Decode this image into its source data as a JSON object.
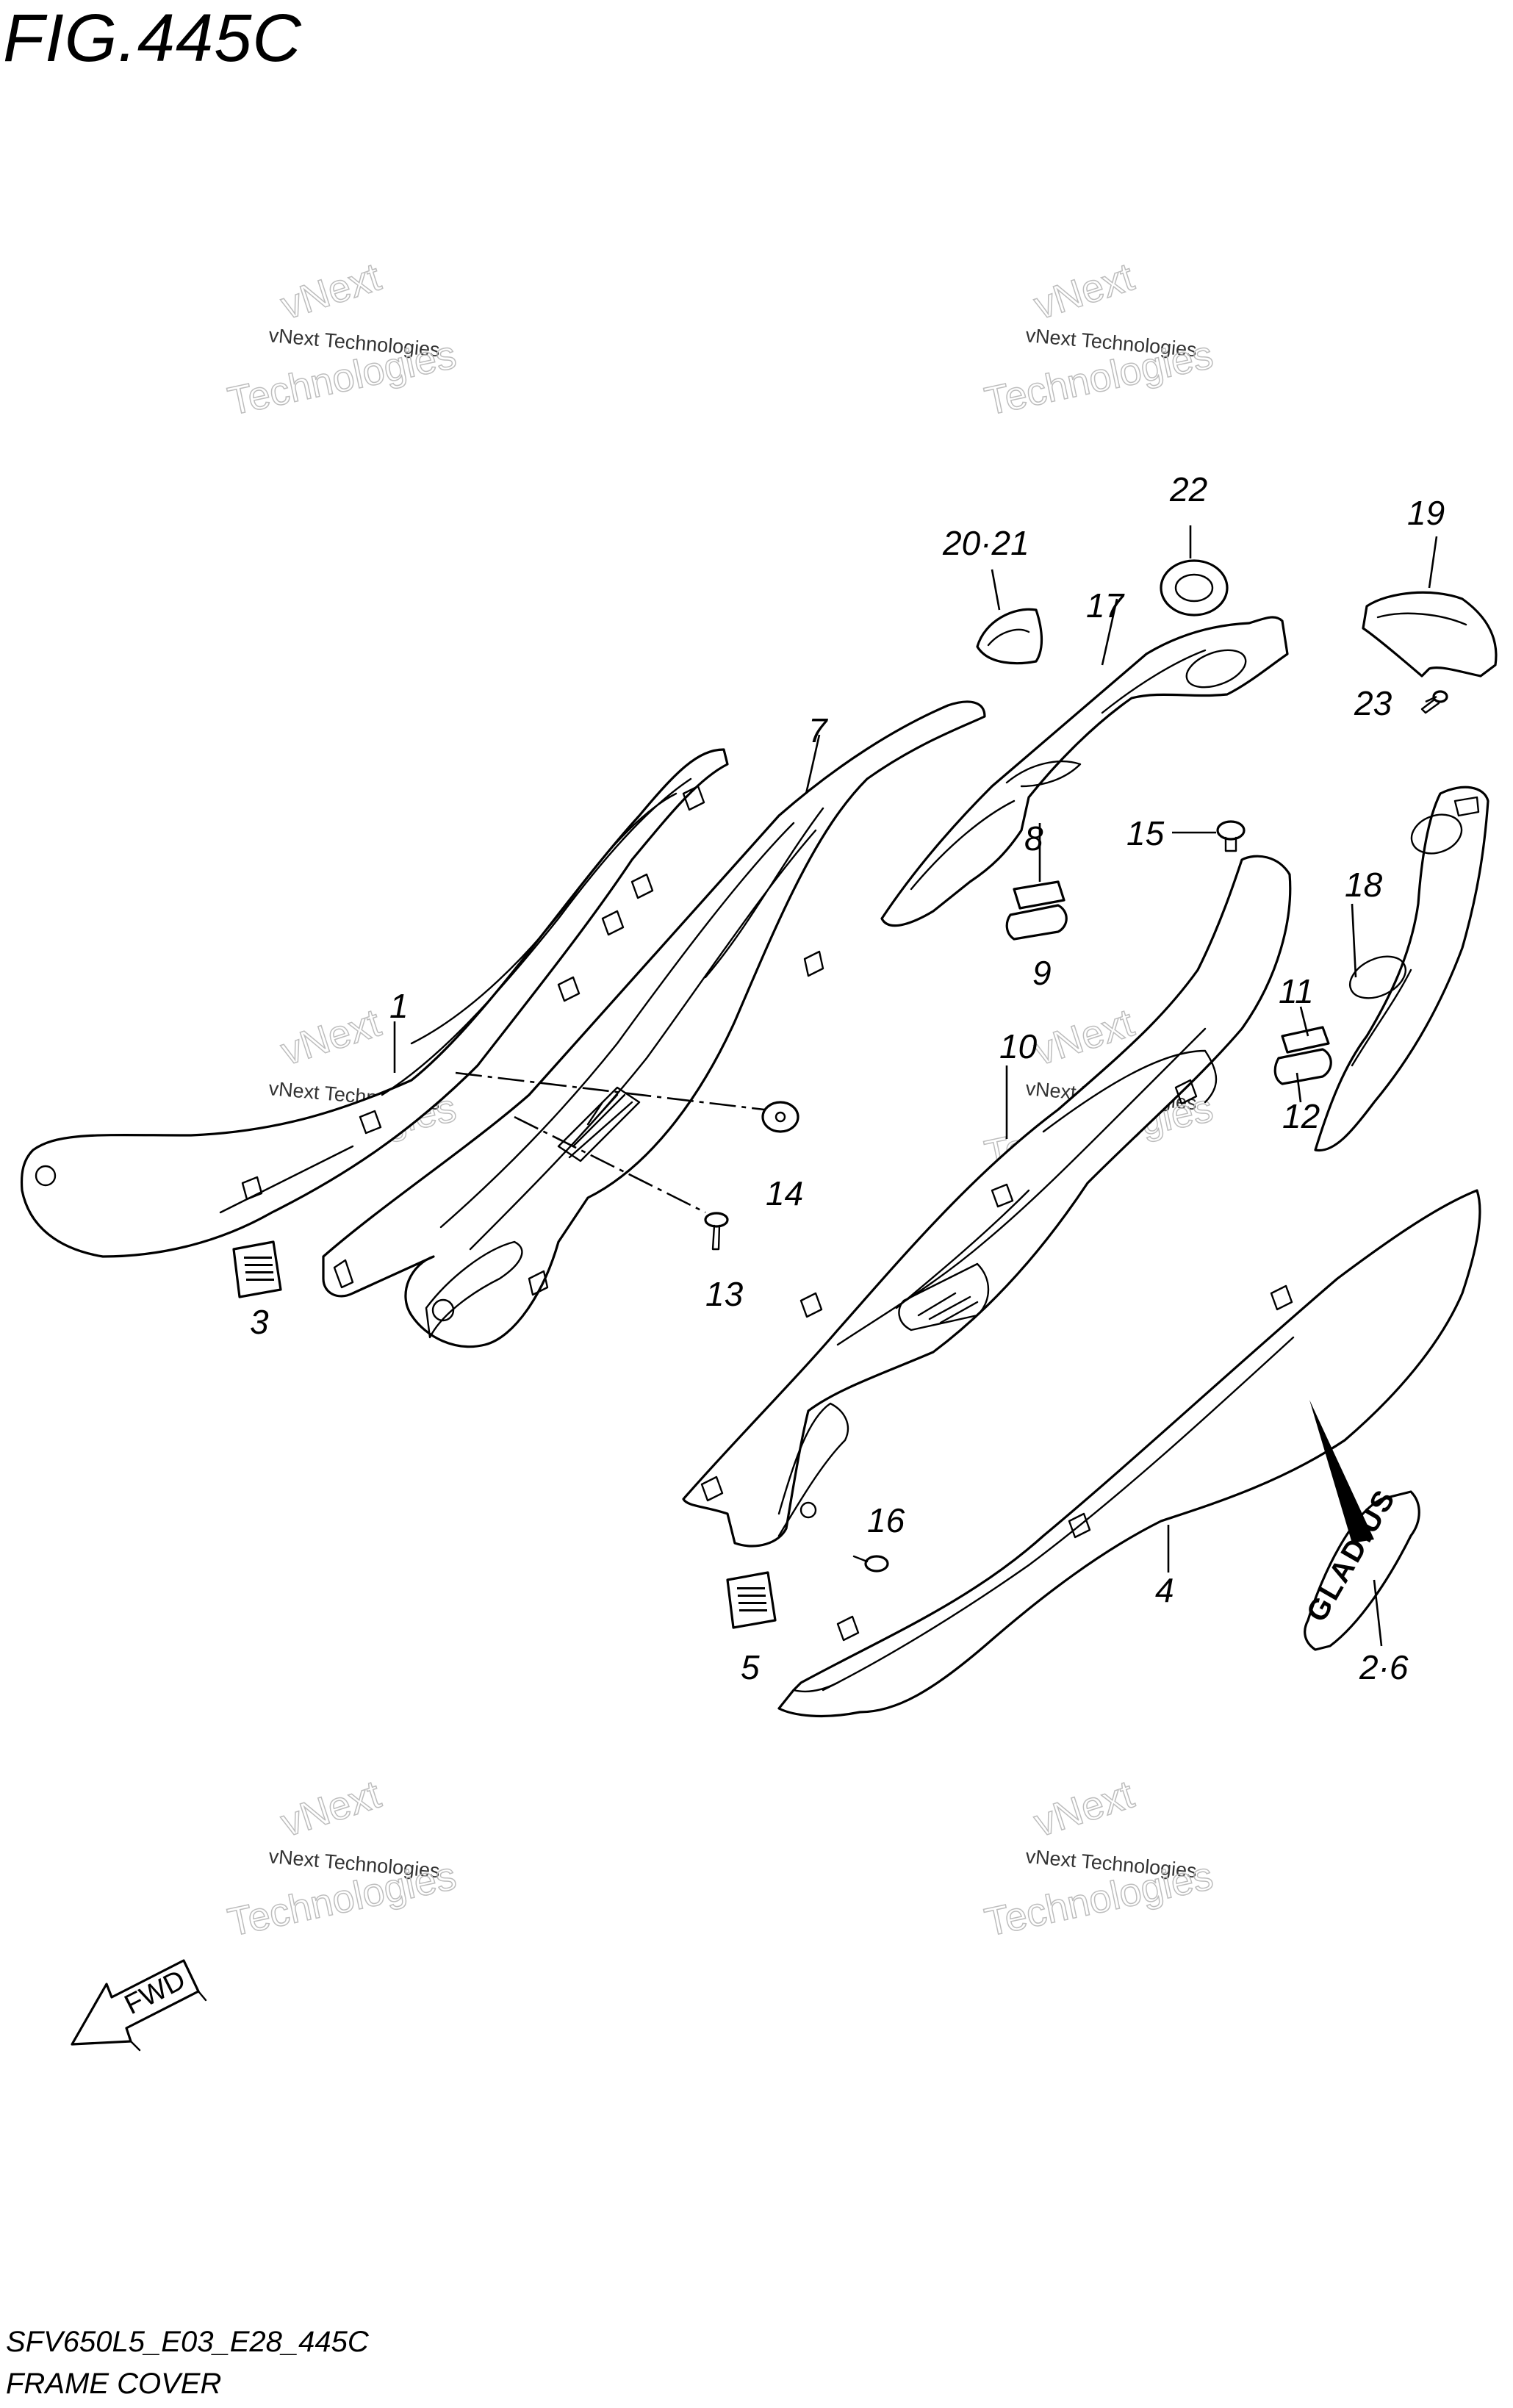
{
  "figure": {
    "title": "FIG.445C"
  },
  "footer": {
    "code": "SFV650L5_E03_E28_445C",
    "name": "FRAME COVER"
  },
  "watermark": {
    "line1": "vNext Technologies",
    "line2": "vNext",
    "line3": "Technologies"
  },
  "fwd_arrow": {
    "label": "FWD"
  },
  "emblem": {
    "text": "GLADIUS"
  },
  "callouts": {
    "c1": "1",
    "c3": "3",
    "c2_6": "2·6",
    "c4": "4",
    "c5": "5",
    "c7": "7",
    "c8": "8",
    "c9": "9",
    "c10": "10",
    "c11": "11",
    "c12": "12",
    "c13": "13",
    "c14": "14",
    "c15": "15",
    "c16": "16",
    "c17": "17",
    "c18": "18",
    "c19": "19",
    "c20_21": "20·21",
    "c22": "22",
    "c23": "23"
  }
}
